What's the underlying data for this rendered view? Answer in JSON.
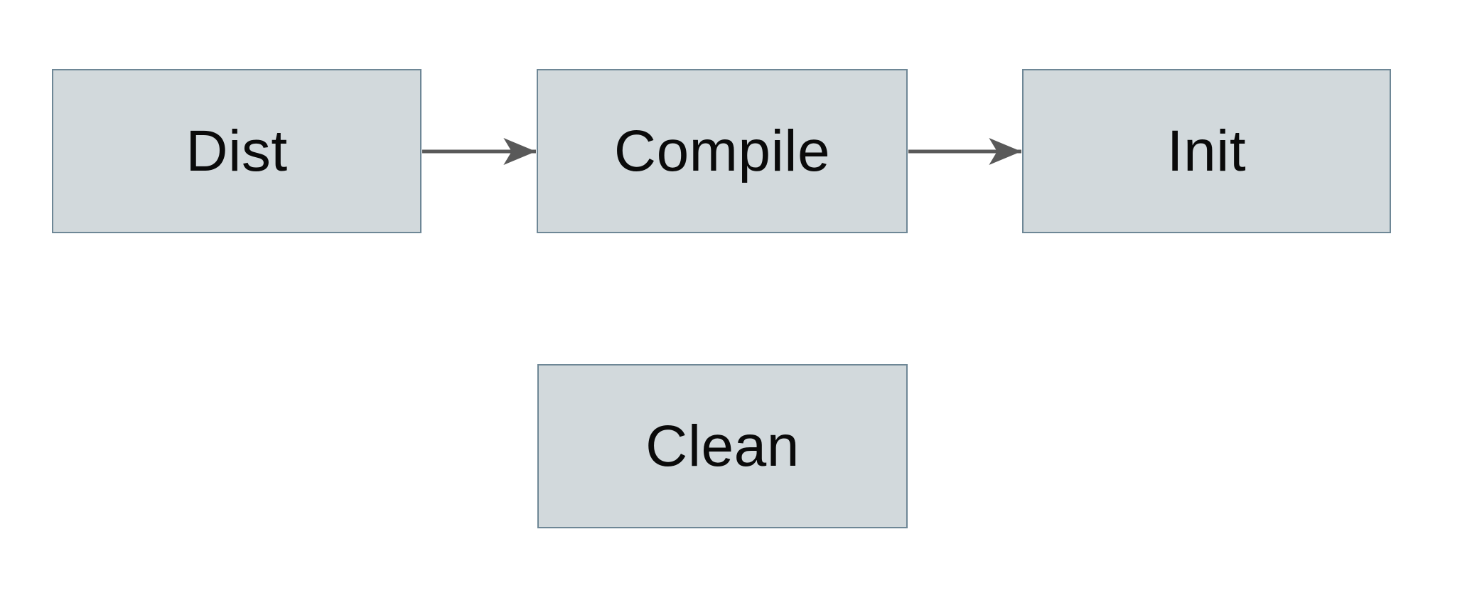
{
  "diagram": {
    "title": "build-targets-flowchart",
    "background": "#ffffff",
    "nodes": [
      {
        "id": "dist",
        "label": "Dist"
      },
      {
        "id": "compile",
        "label": "Compile"
      },
      {
        "id": "init",
        "label": "Init"
      },
      {
        "id": "clean",
        "label": "Clean"
      }
    ],
    "edges": [
      {
        "from": "Dist",
        "to": "Compile"
      },
      {
        "from": "Compile",
        "to": "Init"
      }
    ],
    "colors": {
      "node_fill": "#d2d9dc",
      "node_border": "#6e8796",
      "arrow": "#595959",
      "label_text": "#0a0a0a"
    }
  }
}
